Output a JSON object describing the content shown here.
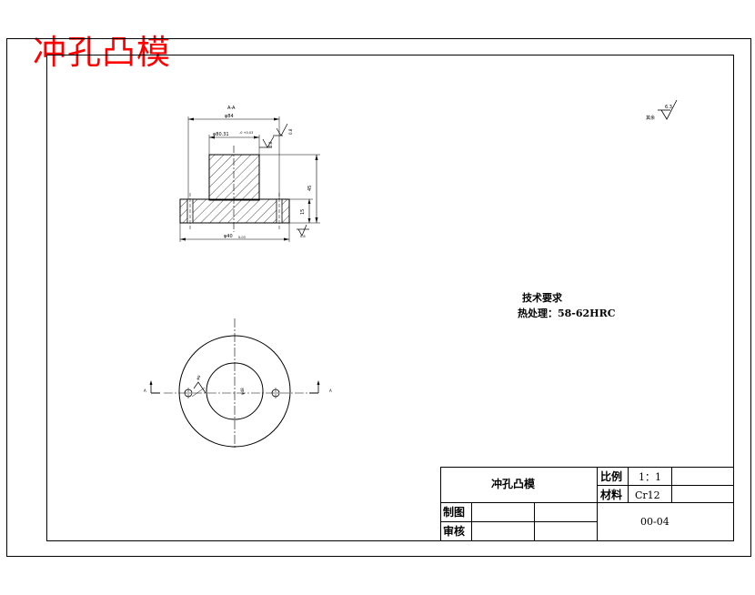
{
  "title_overlay": "冲孔凸模",
  "front_view": {
    "section_label": "A-A",
    "dim_top_width": "φ84",
    "dim_head_width": "φ80.31",
    "dim_head_tol": "-0 +0.03",
    "dim_base_width": "φ40",
    "dim_base_tol": "0.03",
    "dim_height": "45",
    "dim_flange_height": "15",
    "roughness_top": "0.8",
    "roughness_head": "0.8",
    "roughness_base": "0.8"
  },
  "top_view": {
    "section_marker_left": "A",
    "section_marker_right": "A",
    "hole_label": "φ9",
    "center_label": "φ48"
  },
  "roughness_corner": {
    "prefix": "其余",
    "value": "6.3"
  },
  "tech_requirements": {
    "heading": "技术要求",
    "line1": "热处理：58-62HRC"
  },
  "title_block": {
    "part_name": "冲孔凸模",
    "scale_label": "比例",
    "scale_value": "1：1",
    "material_label": "材料",
    "material_value": "Cr12",
    "drawn_label": "制图",
    "checked_label": "审核",
    "drawing_number": "00-04"
  }
}
